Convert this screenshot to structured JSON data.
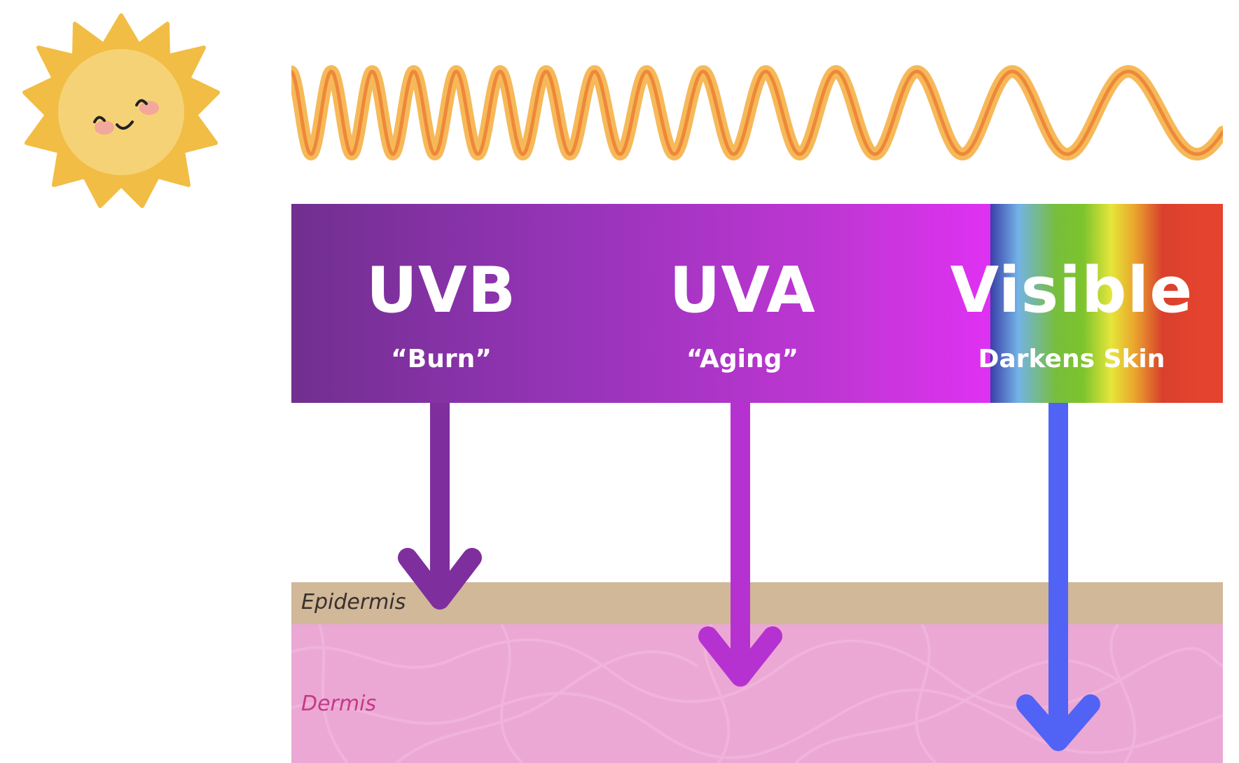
{
  "bands": [
    {
      "title": "UVB",
      "subtitle": "“Burn”"
    },
    {
      "title": "UVA",
      "subtitle": "“Aging”"
    },
    {
      "title": "Visible",
      "subtitle": "Darkens Skin"
    }
  ],
  "layers": {
    "epidermis": "Epidermis",
    "dermis": "Dermis"
  },
  "colors": {
    "uvb_arrow": "#7f2e9e",
    "uva_arrow": "#b632d0",
    "visible_arrow": "#5163f5",
    "wave_outer": "#f6b95a",
    "wave_inner": "#ee8838",
    "sun": "#f1bd44",
    "sun_face": "#f6d277"
  },
  "icons": [
    "sun-icon",
    "wave-icon",
    "arrow-down-icon"
  ]
}
